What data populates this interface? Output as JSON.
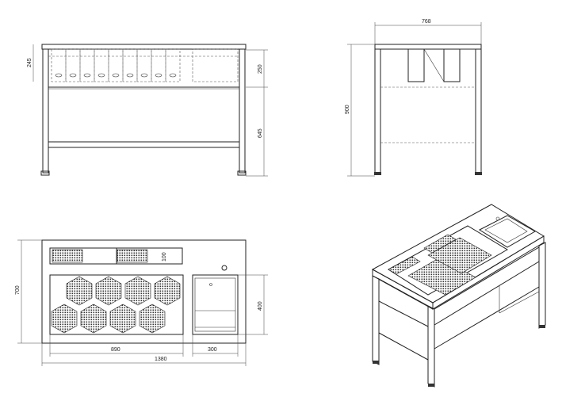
{
  "drawing": {
    "front_view": {
      "dims": {
        "top_height": "245",
        "drawer_height": "250",
        "leg_height": "645"
      }
    },
    "side_view": {
      "dims": {
        "depth": "768",
        "total_height": "900"
      }
    },
    "plan_view": {
      "dims": {
        "depth": "700",
        "grille_width": "100",
        "sink_depth": "400",
        "hex_area_width": "890",
        "sink_width": "300",
        "total_width": "1380"
      }
    },
    "isometric_view": {}
  }
}
